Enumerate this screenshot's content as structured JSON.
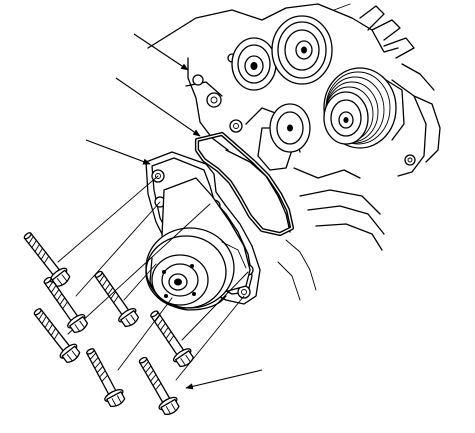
{
  "figure": {
    "subject": "water-pump-installation",
    "parts": [
      "engine-front-cover",
      "drive-pulleys",
      "o-ring-gasket",
      "water-pump-gasket",
      "water-pump",
      "bolts"
    ],
    "bolt_count": 7,
    "callout_count": 4,
    "colors": {
      "line": "#000000",
      "background": "#ffffff"
    }
  }
}
